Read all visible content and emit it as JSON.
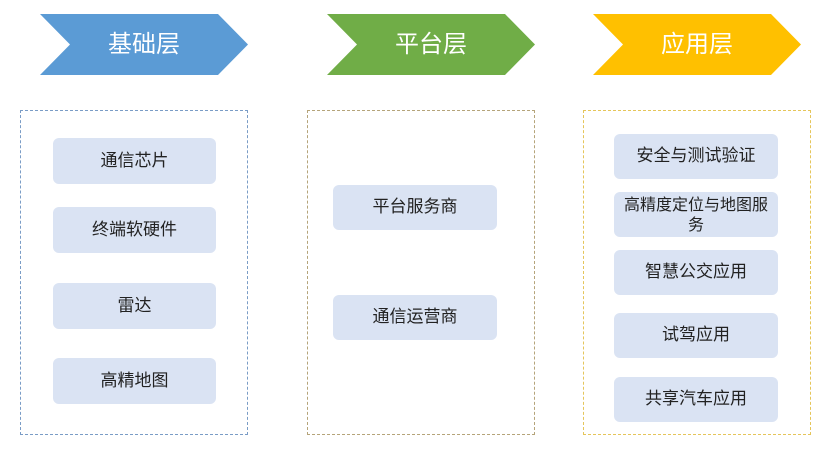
{
  "layers": [
    {
      "title": "基础层",
      "color": "#5b9bd5",
      "border_color": "#7a9cc6",
      "items": [
        "通信芯片",
        "终端软硬件",
        "雷达",
        "高精地图"
      ]
    },
    {
      "title": "平台层",
      "color": "#70ad47",
      "border_color": "#b5a47a",
      "items": [
        "平台服务商",
        "通信运营商"
      ]
    },
    {
      "title": "应用层",
      "color": "#ffc000",
      "border_color": "#e5c55a",
      "items": [
        "安全与测试验证",
        "高精度定位与地图服务",
        "智慧公交应用",
        "试驾应用",
        "共享汽车应用"
      ]
    }
  ]
}
